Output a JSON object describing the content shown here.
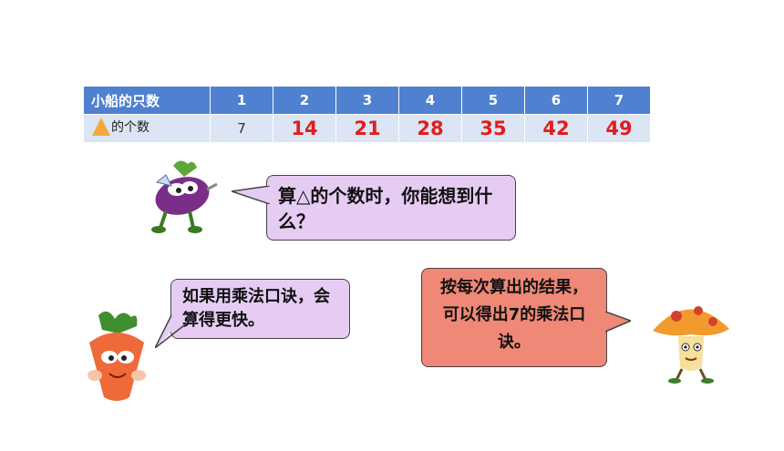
{
  "table": {
    "header": {
      "label": "小船的只数",
      "values": [
        "1",
        "2",
        "3",
        "4",
        "5",
        "6",
        "7"
      ]
    },
    "body": {
      "label_suffix": "的个数",
      "given": "7",
      "answers": [
        "14",
        "21",
        "28",
        "35",
        "42",
        "49"
      ]
    }
  },
  "bubbles": {
    "eggplant": "算△的个数时，你能想到什么？",
    "carrot": "如果用乘法口诀，会算得更快。",
    "mushroom": "按每次算出的结果，可以得出7的乘法口诀。"
  },
  "colors": {
    "header_bg": "#4f81d0",
    "row_bg": "#dbe5f3",
    "answer_red": "#e21d1d",
    "bubble_purple": "#e6ccf3",
    "bubble_salmon": "#ef8876",
    "triangle": "#f4a83c"
  },
  "icons": {
    "triangle": "triangle-icon",
    "eggplant": "eggplant-character",
    "carrot": "carrot-character",
    "mushroom": "mushroom-character"
  }
}
